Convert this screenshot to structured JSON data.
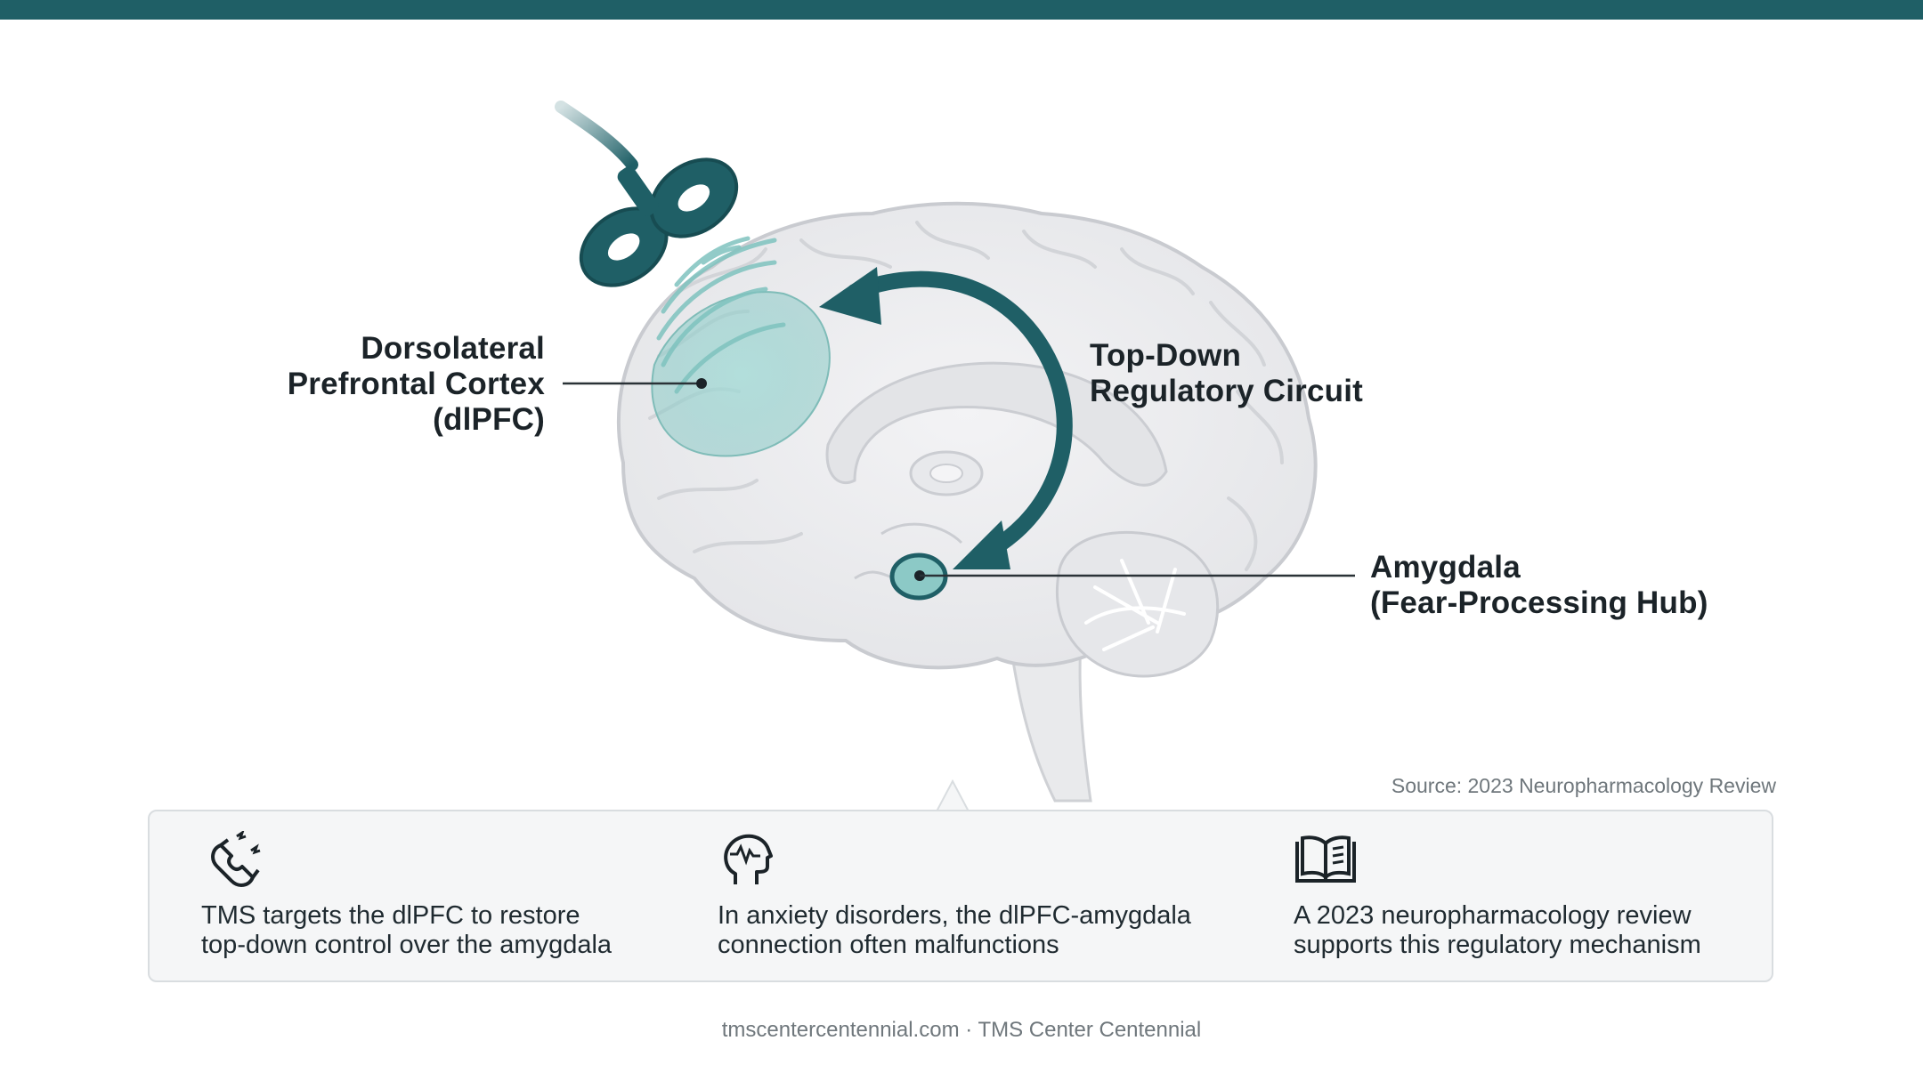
{
  "colors": {
    "accent": "#1f5f66",
    "accent_light": "#8cc9c6",
    "brain": "#ececee",
    "text": "#1b2328",
    "muted": "#6f777c"
  },
  "labels": {
    "dlpfc": [
      "Dorsolateral",
      "Prefrontal Cortex",
      "(dlPFC)"
    ],
    "circuit": [
      "Top-Down",
      "Regulatory Circuit"
    ],
    "amygdala": [
      "Amygdala",
      "(Fear-Processing Hub)"
    ]
  },
  "source": "Source: 2023 Neuropharmacology Review",
  "items": [
    {
      "icon": "magnet-icon",
      "lines": [
        "TMS targets the dlPFC to restore",
        "top-down control over the amygdala"
      ]
    },
    {
      "icon": "head-brainwave-icon",
      "lines": [
        "In anxiety disorders, the dlPFC-amygdala",
        "connection often malfunctions"
      ]
    },
    {
      "icon": "open-book-icon",
      "lines": [
        "A 2023 neuropharmacology review",
        "supports this regulatory mechanism"
      ]
    }
  ],
  "footer": "tmscentercentennial.com · TMS Center Centennial"
}
